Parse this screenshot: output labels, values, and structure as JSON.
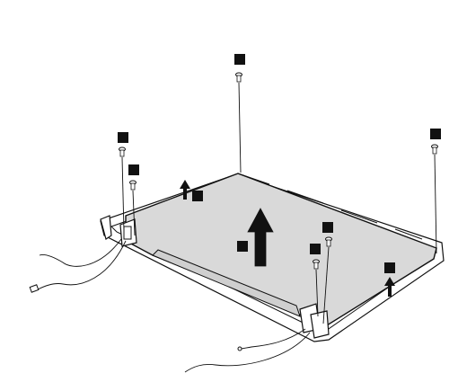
{
  "diagram": {
    "kind": "exploded-view assembly illustration",
    "palette": {
      "line": "#111111",
      "panel": "#d9d9d9",
      "badge": "#111111",
      "background": "#ffffff"
    },
    "step_badges": [
      {
        "id": "badge-1",
        "label": ""
      },
      {
        "id": "badge-2",
        "label": ""
      },
      {
        "id": "badge-3",
        "label": ""
      },
      {
        "id": "badge-4",
        "label": ""
      },
      {
        "id": "badge-5",
        "label": ""
      },
      {
        "id": "badge-6",
        "label": ""
      },
      {
        "id": "badge-7",
        "label": ""
      },
      {
        "id": "badge-8",
        "label": ""
      },
      {
        "id": "badge-9",
        "label": ""
      }
    ],
    "parts": [
      "screw",
      "screw",
      "screw",
      "screw",
      "screw",
      "screw",
      "display-panel",
      "bezel-frame",
      "hinge-left",
      "hinge-right",
      "antenna-cable-left",
      "antenna-cable-right"
    ]
  }
}
